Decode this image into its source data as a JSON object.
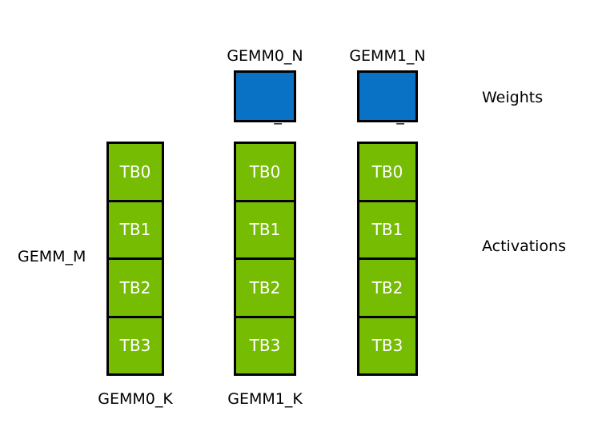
{
  "diagram": {
    "title_top_labels": [
      {
        "id": "gemm0-n",
        "line1": "GEMM0_N",
        "line2": "= TB_N"
      },
      {
        "id": "gemm1-n",
        "line1": "GEMM1_N",
        "line2": "= TB_N"
      }
    ],
    "row_labels": {
      "weights": "Weights",
      "activations": "Activations"
    },
    "left_label": "GEMM_M",
    "bottom_labels": [
      {
        "id": "gemm0-k",
        "text": "GEMM0_K"
      },
      {
        "id": "gemm1-k",
        "text": "GEMM1_K"
      }
    ],
    "weight_blocks": [
      {
        "id": "weight-block-0",
        "label": ""
      },
      {
        "id": "weight-block-1",
        "label": ""
      }
    ],
    "activation_columns": [
      {
        "id": "activation-column-0",
        "cells": [
          "TB0",
          "TB1",
          "TB2",
          "TB3"
        ]
      },
      {
        "id": "activation-column-1",
        "cells": [
          "TB0",
          "TB1",
          "TB2",
          "TB3"
        ]
      },
      {
        "id": "activation-column-2",
        "cells": [
          "TB0",
          "TB1",
          "TB2",
          "TB3"
        ]
      }
    ],
    "colors": {
      "weights_fill": "#0A72C5",
      "activations_fill": "#76BC02",
      "border": "#000000",
      "cell_text": "#FFFFFF",
      "label_text": "#000000",
      "background": "#FFFFFF"
    }
  }
}
